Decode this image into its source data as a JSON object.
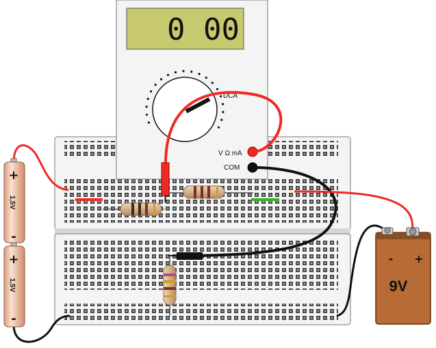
{
  "meter": {
    "display_reading": "0 00",
    "dial_label": "DCA",
    "jack_v_ohm_ma": "V Ω mA",
    "jack_com": "COM"
  },
  "cells": [
    {
      "plus": "+",
      "minus": "-",
      "voltage": "1,5V"
    },
    {
      "plus": "+",
      "minus": "-",
      "voltage": "1,5V"
    }
  ],
  "battery": {
    "label": "9V",
    "minus": "-",
    "plus": "+"
  },
  "colors": {
    "breadboard": "#f4f4f4",
    "lcd": "#c6c96e",
    "red_wire": "#ee2a24",
    "black_wire": "#111111",
    "green_wire": "#2bb52b",
    "cell": "#f3c7ad",
    "battery": "#b86b34",
    "resistor": "#d9b48c"
  }
}
